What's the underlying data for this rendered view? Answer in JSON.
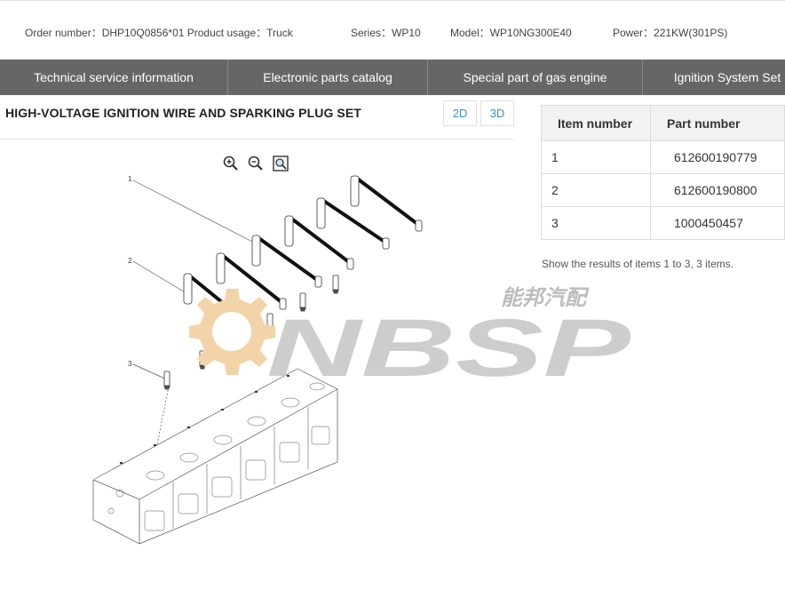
{
  "info": {
    "order": "Order number：DHP10Q0856*01 Product usage：Truck",
    "series": "Series：WP10",
    "model": "Model：WP10NG300E40",
    "power": "Power：221KW(301PS)"
  },
  "nav": [
    "Technical service information",
    "Electronic parts catalog",
    "Special part of gas engine",
    "Ignition System Set"
  ],
  "section_title": "HIGH-VOLTAGE IGNITION WIRE AND SPARKING PLUG SET",
  "view_buttons": {
    "d2": "2D",
    "d3": "3D"
  },
  "diagram_callouts": [
    "1",
    "2",
    "3"
  ],
  "watermark": {
    "logo_text": "NBSP",
    "cn_text": "能邦汽配",
    "colors": {
      "gear": "#f2d4a8",
      "letters": "#c4c4c4"
    }
  },
  "table": {
    "headers": [
      "Item number",
      "Part number"
    ],
    "rows": [
      [
        "1",
        "612600190779"
      ],
      [
        "2",
        "612600190800"
      ],
      [
        "3",
        "1000450457"
      ]
    ]
  },
  "results_text": "Show the results of items 1 to 3, 3 items.",
  "icons": [
    "zoom-in-icon",
    "zoom-out-icon",
    "fit-view-icon"
  ],
  "colors": {
    "nav_bg": "#666666",
    "accent": "#3a8fd1",
    "table_header_bg": "#f2f2f2"
  }
}
